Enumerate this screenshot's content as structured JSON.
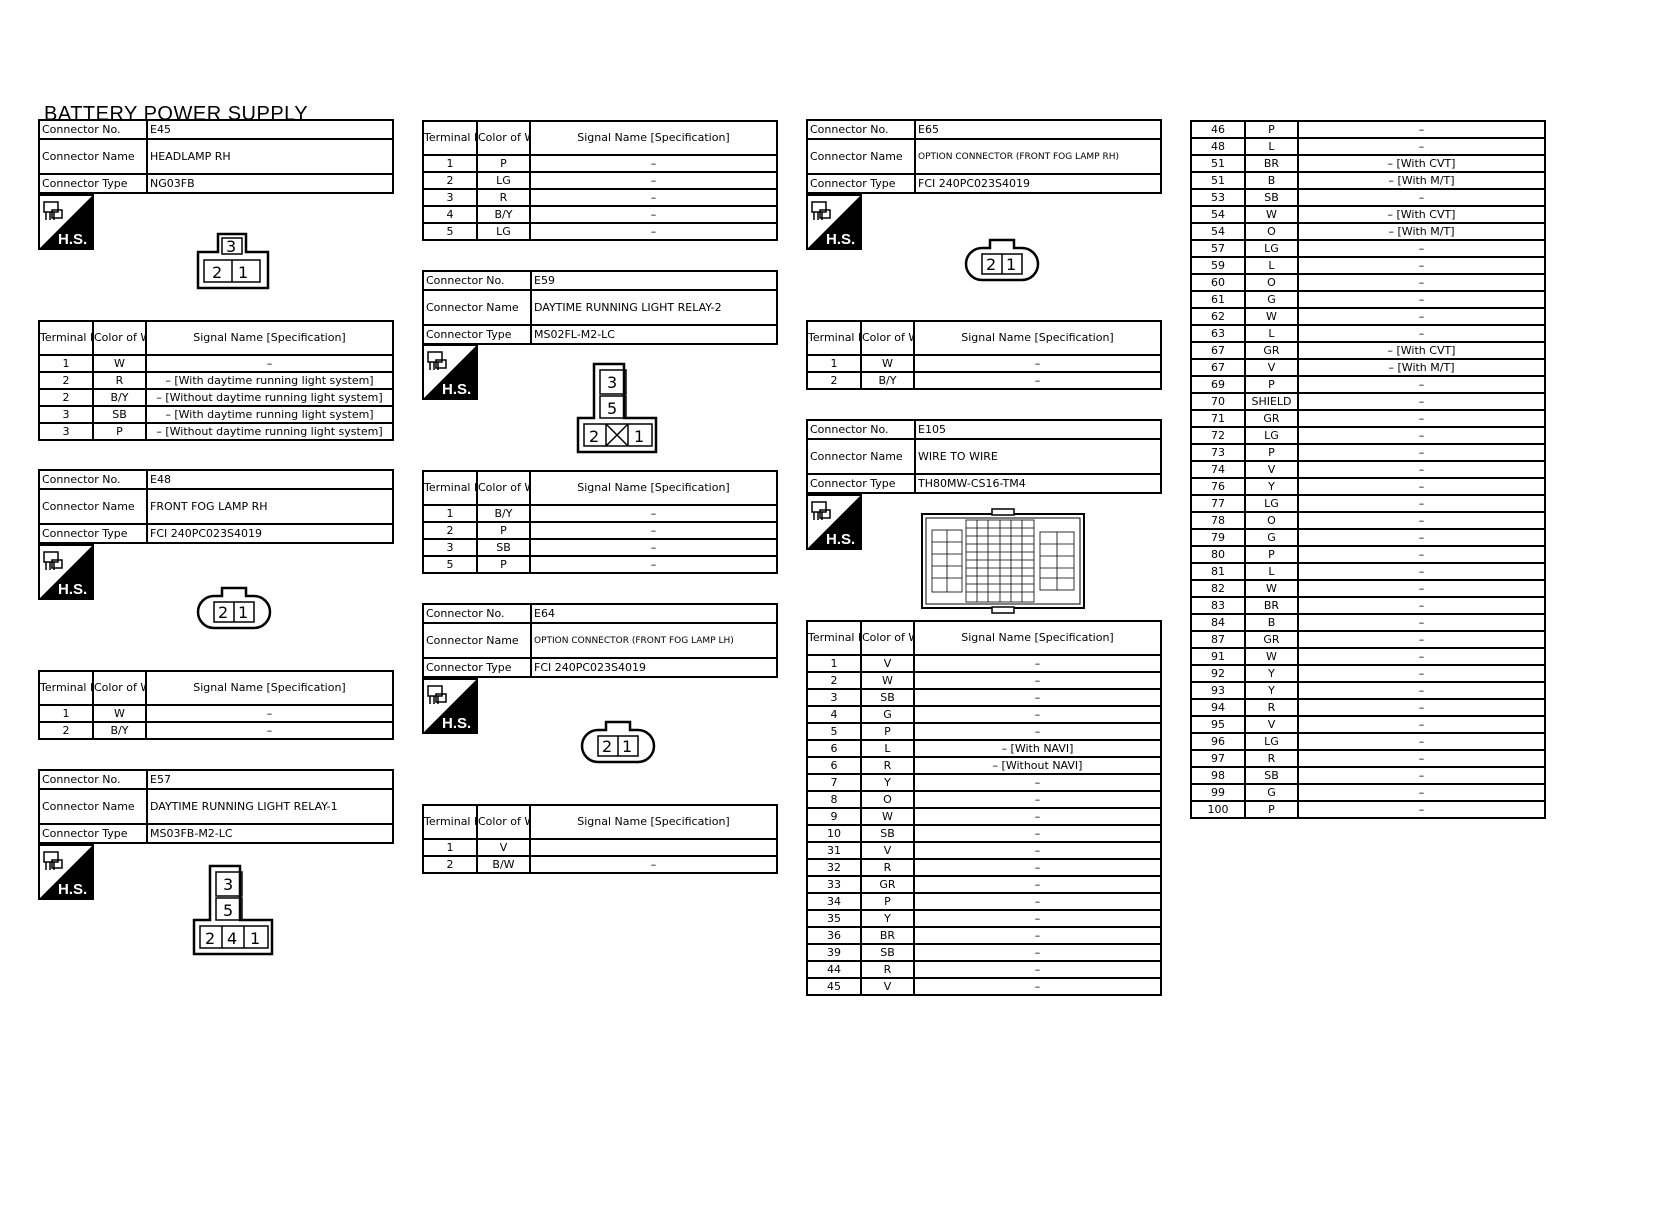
{
  "page": {
    "title": "BATTERY POWER SUPPLY"
  },
  "labels": {
    "connector_no": "Connector No.",
    "connector_name": "Connector Name",
    "connector_type": "Connector Type",
    "terminal_header": "Terminal No.",
    "color_header": "Color of Wire",
    "signal_header": "Signal Name [Specification]",
    "hs_icon": "H.S."
  },
  "connectors": [
    {
      "no": "E45",
      "name": "HEADLAMP RH",
      "type": "NG03FB",
      "pins": [
        "3",
        "2",
        "1"
      ],
      "rows": [
        [
          "1",
          "W",
          "–"
        ],
        [
          "2",
          "R",
          "– [With daytime running light system]"
        ],
        [
          "2",
          "B/Y",
          "– [Without daytime running light system]"
        ],
        [
          "3",
          "SB",
          "– [With daytime running light system]"
        ],
        [
          "3",
          "P",
          "– [Without daytime running light system]"
        ]
      ]
    },
    {
      "no": "E48",
      "name": "FRONT FOG LAMP RH",
      "type": "FCI 240PC023S4019",
      "pins": [
        "2",
        "1"
      ],
      "rows": [
        [
          "1",
          "W",
          "–"
        ],
        [
          "2",
          "B/Y",
          "–"
        ]
      ]
    },
    {
      "no": "E57",
      "name": "DAYTIME RUNNING LIGHT RELAY-1",
      "type": "MS03FB-M2-LC",
      "pins": [
        "3",
        "5",
        "2",
        "4",
        "1"
      ]
    },
    {
      "no": "E57_rows",
      "rows": [
        [
          "1",
          "P",
          "–"
        ],
        [
          "2",
          "LG",
          "–"
        ],
        [
          "3",
          "R",
          "–"
        ],
        [
          "4",
          "B/Y",
          "–"
        ],
        [
          "5",
          "LG",
          "–"
        ]
      ]
    },
    {
      "no": "E59",
      "name": "DAYTIME RUNNING LIGHT RELAY-2",
      "type": "MS02FL-M2-LC",
      "pins": [
        "3",
        "5",
        "2",
        "1"
      ],
      "rows": [
        [
          "1",
          "B/Y",
          "–"
        ],
        [
          "2",
          "P",
          "–"
        ],
        [
          "3",
          "SB",
          "–"
        ],
        [
          "5",
          "P",
          "–"
        ]
      ]
    },
    {
      "no": "E64",
      "name": "OPTION CONNECTOR (FRONT FOG LAMP LH)",
      "type": "FCI 240PC023S4019",
      "pins": [
        "2",
        "1"
      ],
      "rows": [
        [
          "1",
          "V",
          ""
        ],
        [
          "2",
          "B/W",
          "–"
        ]
      ]
    },
    {
      "no": "E65",
      "name": "OPTION CONNECTOR (FRONT FOG LAMP RH)",
      "type": "FCI 240PC023S4019",
      "pins": [
        "2",
        "1"
      ],
      "rows": [
        [
          "1",
          "W",
          "–"
        ],
        [
          "2",
          "B/Y",
          "–"
        ]
      ]
    },
    {
      "no": "E105",
      "name": "WIRE TO WIRE",
      "type": "TH80MW-CS16-TM4",
      "rows": [
        [
          "1",
          "V",
          "–"
        ],
        [
          "2",
          "W",
          "–"
        ],
        [
          "3",
          "SB",
          "–"
        ],
        [
          "4",
          "G",
          "–"
        ],
        [
          "5",
          "P",
          "–"
        ],
        [
          "6",
          "L",
          "– [With NAVI]"
        ],
        [
          "6",
          "R",
          "– [Without NAVI]"
        ],
        [
          "7",
          "Y",
          "–"
        ],
        [
          "8",
          "O",
          "–"
        ],
        [
          "9",
          "W",
          "–"
        ],
        [
          "10",
          "SB",
          "–"
        ],
        [
          "31",
          "V",
          "–"
        ],
        [
          "32",
          "R",
          "–"
        ],
        [
          "33",
          "GR",
          "–"
        ],
        [
          "34",
          "P",
          "–"
        ],
        [
          "35",
          "Y",
          "–"
        ],
        [
          "36",
          "BR",
          "–"
        ],
        [
          "39",
          "SB",
          "–"
        ],
        [
          "44",
          "R",
          "–"
        ],
        [
          "45",
          "V",
          "–"
        ]
      ]
    },
    {
      "no": "E105_cont",
      "rows": [
        [
          "46",
          "P",
          "–"
        ],
        [
          "48",
          "L",
          "–"
        ],
        [
          "51",
          "BR",
          "– [With CVT]"
        ],
        [
          "51",
          "B",
          "– [With M/T]"
        ],
        [
          "53",
          "SB",
          "–"
        ],
        [
          "54",
          "W",
          "– [With CVT]"
        ],
        [
          "54",
          "O",
          "– [With M/T]"
        ],
        [
          "57",
          "LG",
          "–"
        ],
        [
          "59",
          "L",
          "–"
        ],
        [
          "60",
          "O",
          "–"
        ],
        [
          "61",
          "G",
          "–"
        ],
        [
          "62",
          "W",
          "–"
        ],
        [
          "63",
          "L",
          "–"
        ],
        [
          "67",
          "GR",
          "– [With CVT]"
        ],
        [
          "67",
          "V",
          "– [With M/T]"
        ],
        [
          "69",
          "P",
          "–"
        ],
        [
          "70",
          "SHIELD",
          "–"
        ],
        [
          "71",
          "GR",
          "–"
        ],
        [
          "72",
          "LG",
          "–"
        ],
        [
          "73",
          "P",
          "–"
        ],
        [
          "74",
          "V",
          "–"
        ],
        [
          "76",
          "Y",
          "–"
        ],
        [
          "77",
          "LG",
          "–"
        ],
        [
          "78",
          "O",
          "–"
        ],
        [
          "79",
          "G",
          "–"
        ],
        [
          "80",
          "P",
          "–"
        ],
        [
          "81",
          "L",
          "–"
        ],
        [
          "82",
          "W",
          "–"
        ],
        [
          "83",
          "BR",
          "–"
        ],
        [
          "84",
          "B",
          "–"
        ],
        [
          "87",
          "GR",
          "–"
        ],
        [
          "91",
          "W",
          "–"
        ],
        [
          "92",
          "Y",
          "–"
        ],
        [
          "93",
          "Y",
          "–"
        ],
        [
          "94",
          "R",
          "–"
        ],
        [
          "95",
          "V",
          "–"
        ],
        [
          "96",
          "LG",
          "–"
        ],
        [
          "97",
          "R",
          "–"
        ],
        [
          "98",
          "SB",
          "–"
        ],
        [
          "99",
          "G",
          "–"
        ],
        [
          "100",
          "P",
          "–"
        ]
      ]
    }
  ]
}
